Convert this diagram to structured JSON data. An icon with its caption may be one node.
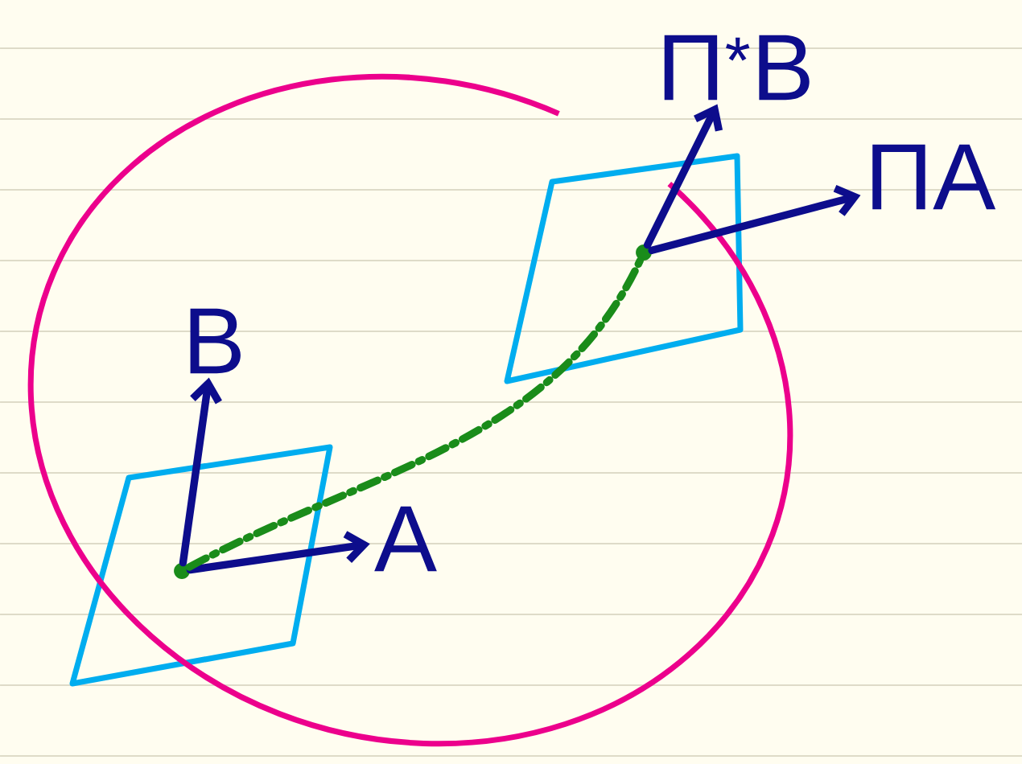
{
  "diagram": {
    "nodes": [
      {
        "text": [],
        "shape": "circle"
      },
      {
        "text": [
          "B"
        ]
      },
      {
        "text": [
          "A"
        ]
      },
      {
        "text": [],
        "shape": "circle"
      },
      {
        "text": [
          "Π$^{*}$B"
        ]
      },
      {
        "text": [
          "ΠA"
        ]
      }
    ],
    "edges": [
      {
        "from": 0,
        "to": 1,
        "arrow": "to"
      },
      {
        "from": 0,
        "to": 2,
        "arrow": "to"
      },
      {
        "from": 3,
        "to": 4,
        "arrow": "to"
      },
      {
        "from": 3,
        "to": 5,
        "arrow": "to"
      },
      {
        "from": 0,
        "to": 3,
        "arrow": "none",
        "style": "dashed",
        "color": "#1a8c1a"
      }
    ]
  }
}
